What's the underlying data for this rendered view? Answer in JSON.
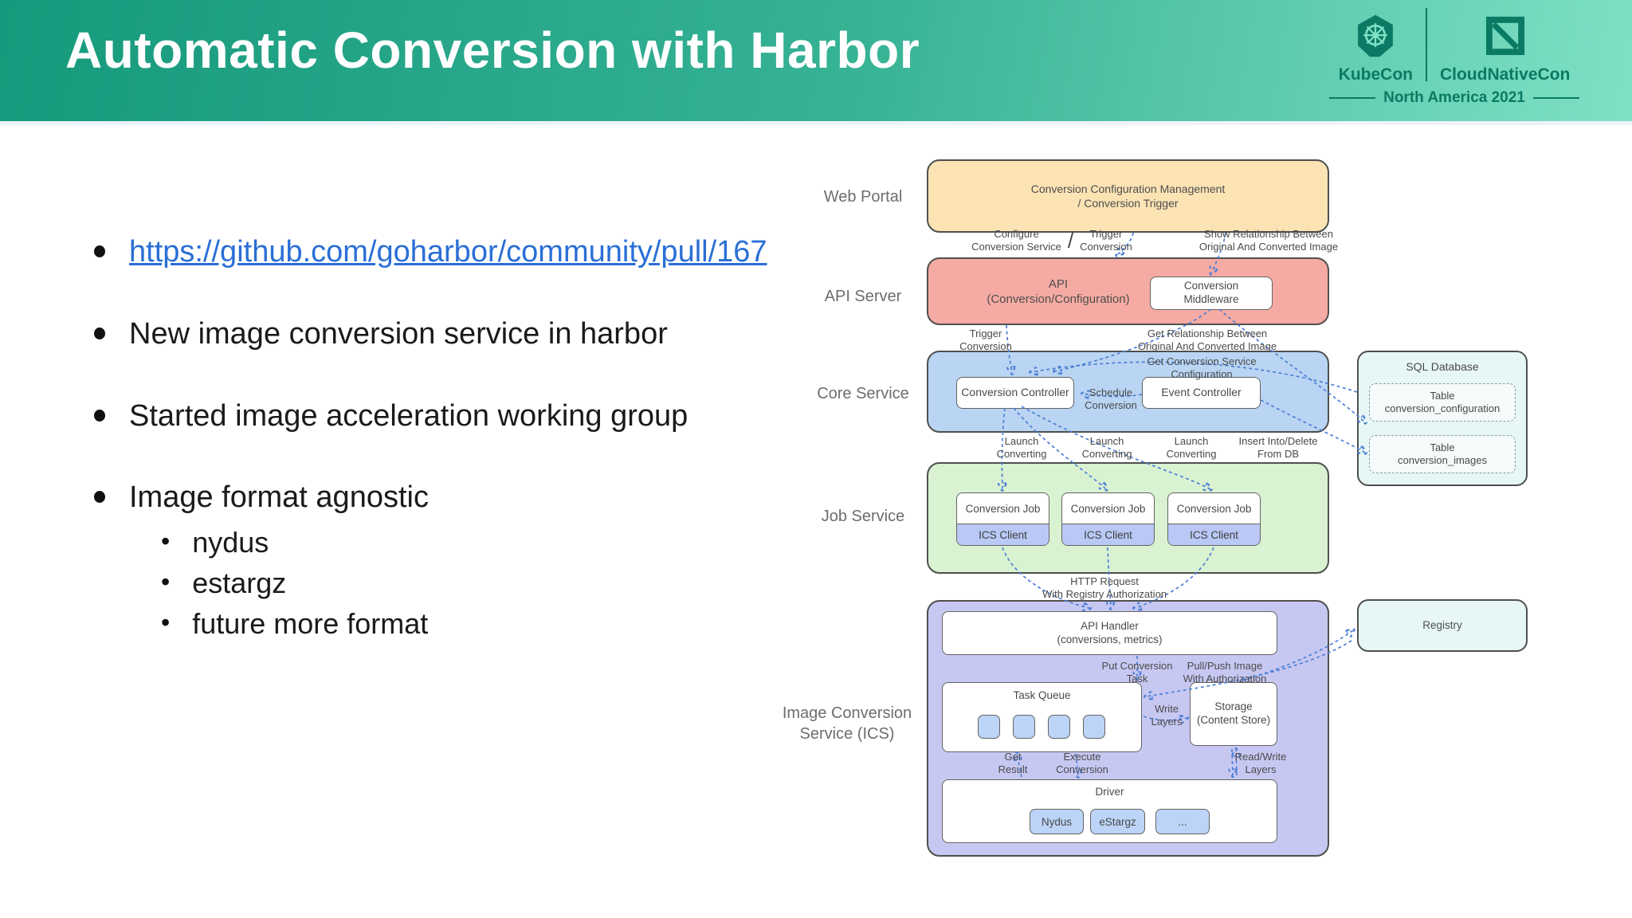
{
  "header": {
    "title": "Automatic Conversion with Harbor",
    "kubecon_label": "KubeCon",
    "cloudnativecon_label": "CloudNativeCon",
    "event_subtitle": "North America 2021"
  },
  "bullets": {
    "link_text": "https://github.com/goharbor/community/pull/167",
    "item2": "New image conversion service in harbor",
    "item3": "Started image acceleration working group",
    "item4": "Image format agnostic",
    "sub1": "nydus",
    "sub2": "estargz",
    "sub3": "future more format"
  },
  "diagram": {
    "layers": {
      "web_portal": "Web Portal",
      "api_server": "API Server",
      "core_service": "Core Service",
      "job_service": "Job Service",
      "ics": "Image Conversion\nService (ICS)"
    },
    "nodes": {
      "web_portal_box": "Conversion Configuration Management\n/ Conversion Trigger",
      "api_box": "API\n(Conversion/Configuration)",
      "conversion_middleware": "Conversion\nMiddleware",
      "conversion_controller": "Conversion Controller",
      "event_controller": "Event Controller",
      "sql_database_title": "SQL Database",
      "table_configuration": "Table\nconversion_configuration",
      "table_images": "Table\nconversion_images",
      "conversion_job": "Conversion Job",
      "ics_client": "ICS Client",
      "api_handler": "API Handler\n(conversions, metrics)",
      "task_queue_title": "Task Queue",
      "storage": "Storage\n(Content Store)",
      "driver_title": "Driver",
      "driver_nydus": "Nydus",
      "driver_estargz": "eStargz",
      "driver_more": "...",
      "registry": "Registry"
    },
    "edges": {
      "configure_conversion_service": "Configure\nConversion Service",
      "slash": "/",
      "trigger_conversion_top": "Trigger\nConversion",
      "show_relationship": "Show Relationship Between\nOriginal And Converted Image",
      "trigger_conversion_mid": "Trigger\nConversion",
      "get_relationship": "Get Relationship Between\nOriginal And Converted Image",
      "get_conversion_service_configuration": "Get Conversion Service\nConfiguration",
      "schedule_conversion": "Schedule\nConversion",
      "launch_converting": "Launch\nConverting",
      "insert_into_delete_from_db": "Insert Into/Delete\nFrom DB",
      "http_request": "HTTP Request\nWith Registry Authorization",
      "put_conversion_task": "Put Conversion\nTask",
      "pull_push_image": "Pull/Push Image\nWith Authorization",
      "write_layers": "Write\nLayers",
      "get_result": "Get\nResult",
      "execute_conversion": "Execute\nConversion",
      "read_write_layers": "Read/Write\nLayers"
    }
  },
  "colors": {
    "header_gradient_start": "#16997c",
    "header_gradient_end": "#7fe0c5",
    "logo_teal": "#0b7a64",
    "link_blue": "#2a6fd6",
    "web_portal_fill": "#fbe3b4",
    "api_server_fill": "#f5aba3",
    "core_service_fill": "#b9d5f3",
    "job_service_fill": "#d9f2d2",
    "ics_fill": "#c7c8f2",
    "database_fill": "#e6f7f5",
    "ics_client_fill": "#b9c8f5",
    "chip_fill": "#bcd4f7",
    "arrow_blue": "#4e7fd6"
  }
}
